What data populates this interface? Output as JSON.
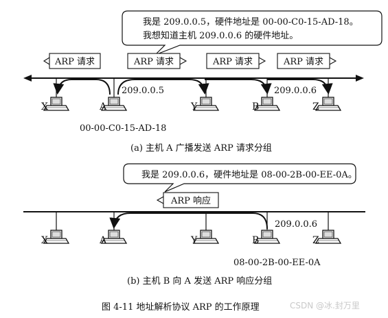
{
  "part_a": {
    "callout_line1": "我是 209.0.0.5，硬件地址是 00-00-C0-15-AD-18。",
    "callout_line2": "我想知道主机 209.0.0.6 的硬件地址。",
    "request_label": "ARP 请求",
    "hosts": [
      "X",
      "A",
      "Y",
      "B",
      "Z"
    ],
    "ip_a": "209.0.0.5",
    "ip_b": "209.0.0.6",
    "mac_a": "00-00-C0-15-AD-18",
    "caption": "(a) 主机 A 广播发送 ARP 请求分组"
  },
  "part_b": {
    "callout": "我是 209.0.0.6，硬件地址是 08-00-2B-00-EE-0A。",
    "reply_label": "ARP 响应",
    "hosts": [
      "X",
      "A",
      "Y",
      "B",
      "Z"
    ],
    "ip_b": "209.0.0.6",
    "mac_b": "08-00-2B-00-EE-0A",
    "caption": "(b) 主机 B 向 A 发送 ARP 响应分组"
  },
  "figure_caption": "图 4-11   地址解析协议 ARP 的工作原理",
  "watermark": "CSDN @冰.封万里"
}
